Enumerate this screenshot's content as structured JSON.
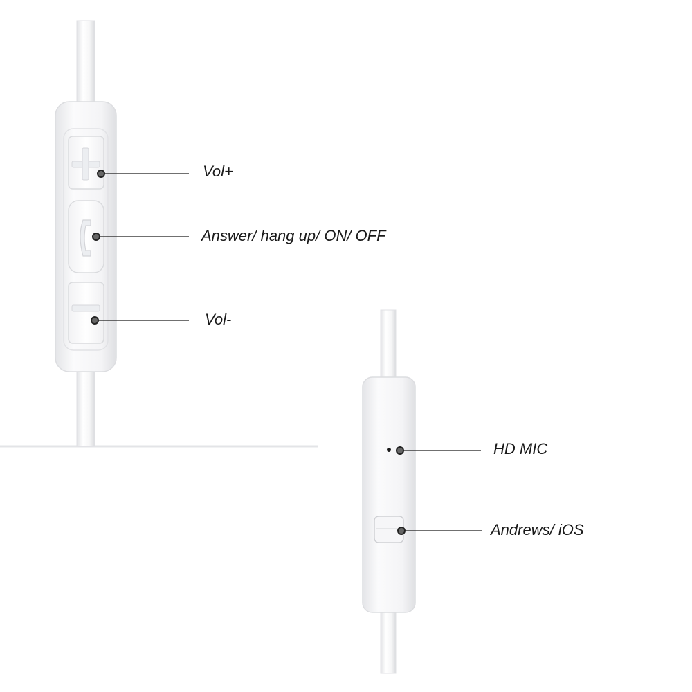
{
  "remote": {
    "vol_up_label": "Vol+",
    "answer_label": "Answer/ hang up/ ON/ OFF",
    "vol_down_label": "Vol-"
  },
  "mic": {
    "hd_mic_label": "HD MIC",
    "switch_label": "Andrews/ iOS"
  },
  "colors": {
    "background": "#ffffff",
    "body": "#f7f7f8",
    "outline": "#dcdde0",
    "leader": "#1a1a1a",
    "dot": "#555555"
  },
  "icons": [
    "plus-icon",
    "phone-icon",
    "minus-icon",
    "mic-hole-icon",
    "switch-icon"
  ]
}
